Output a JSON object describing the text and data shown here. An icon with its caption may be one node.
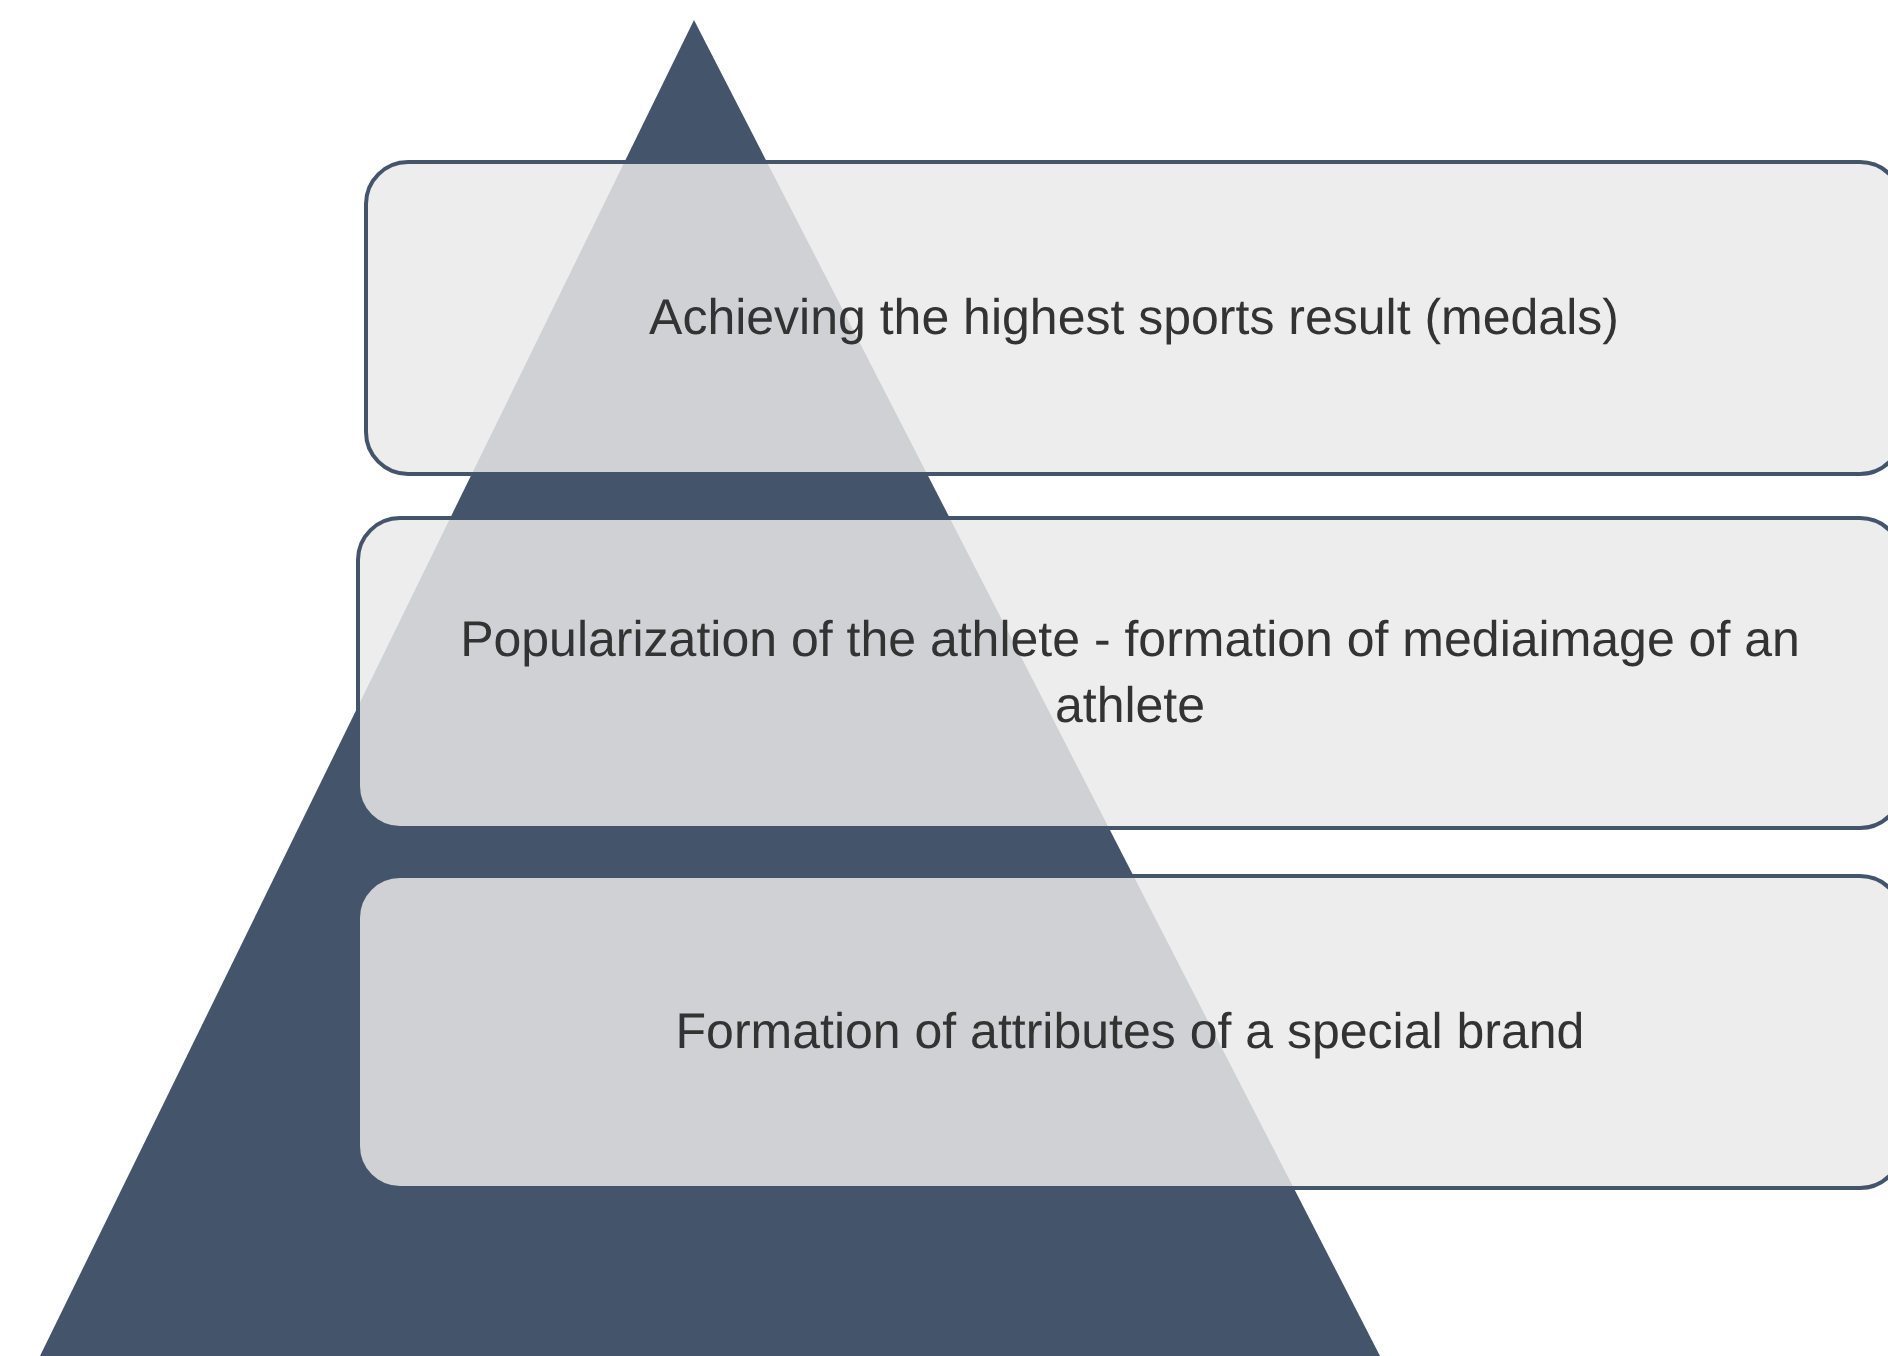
{
  "diagram": {
    "nodes": [
      {
        "text": [
          "Achieving the highest sports result (medals)"
        ]
      },
      {
        "text": [
          "Popularization of the athlete - formation of mediaimage of an athlete"
        ]
      },
      {
        "text": [
          "Formation of attributes of a special brand"
        ]
      }
    ]
  }
}
